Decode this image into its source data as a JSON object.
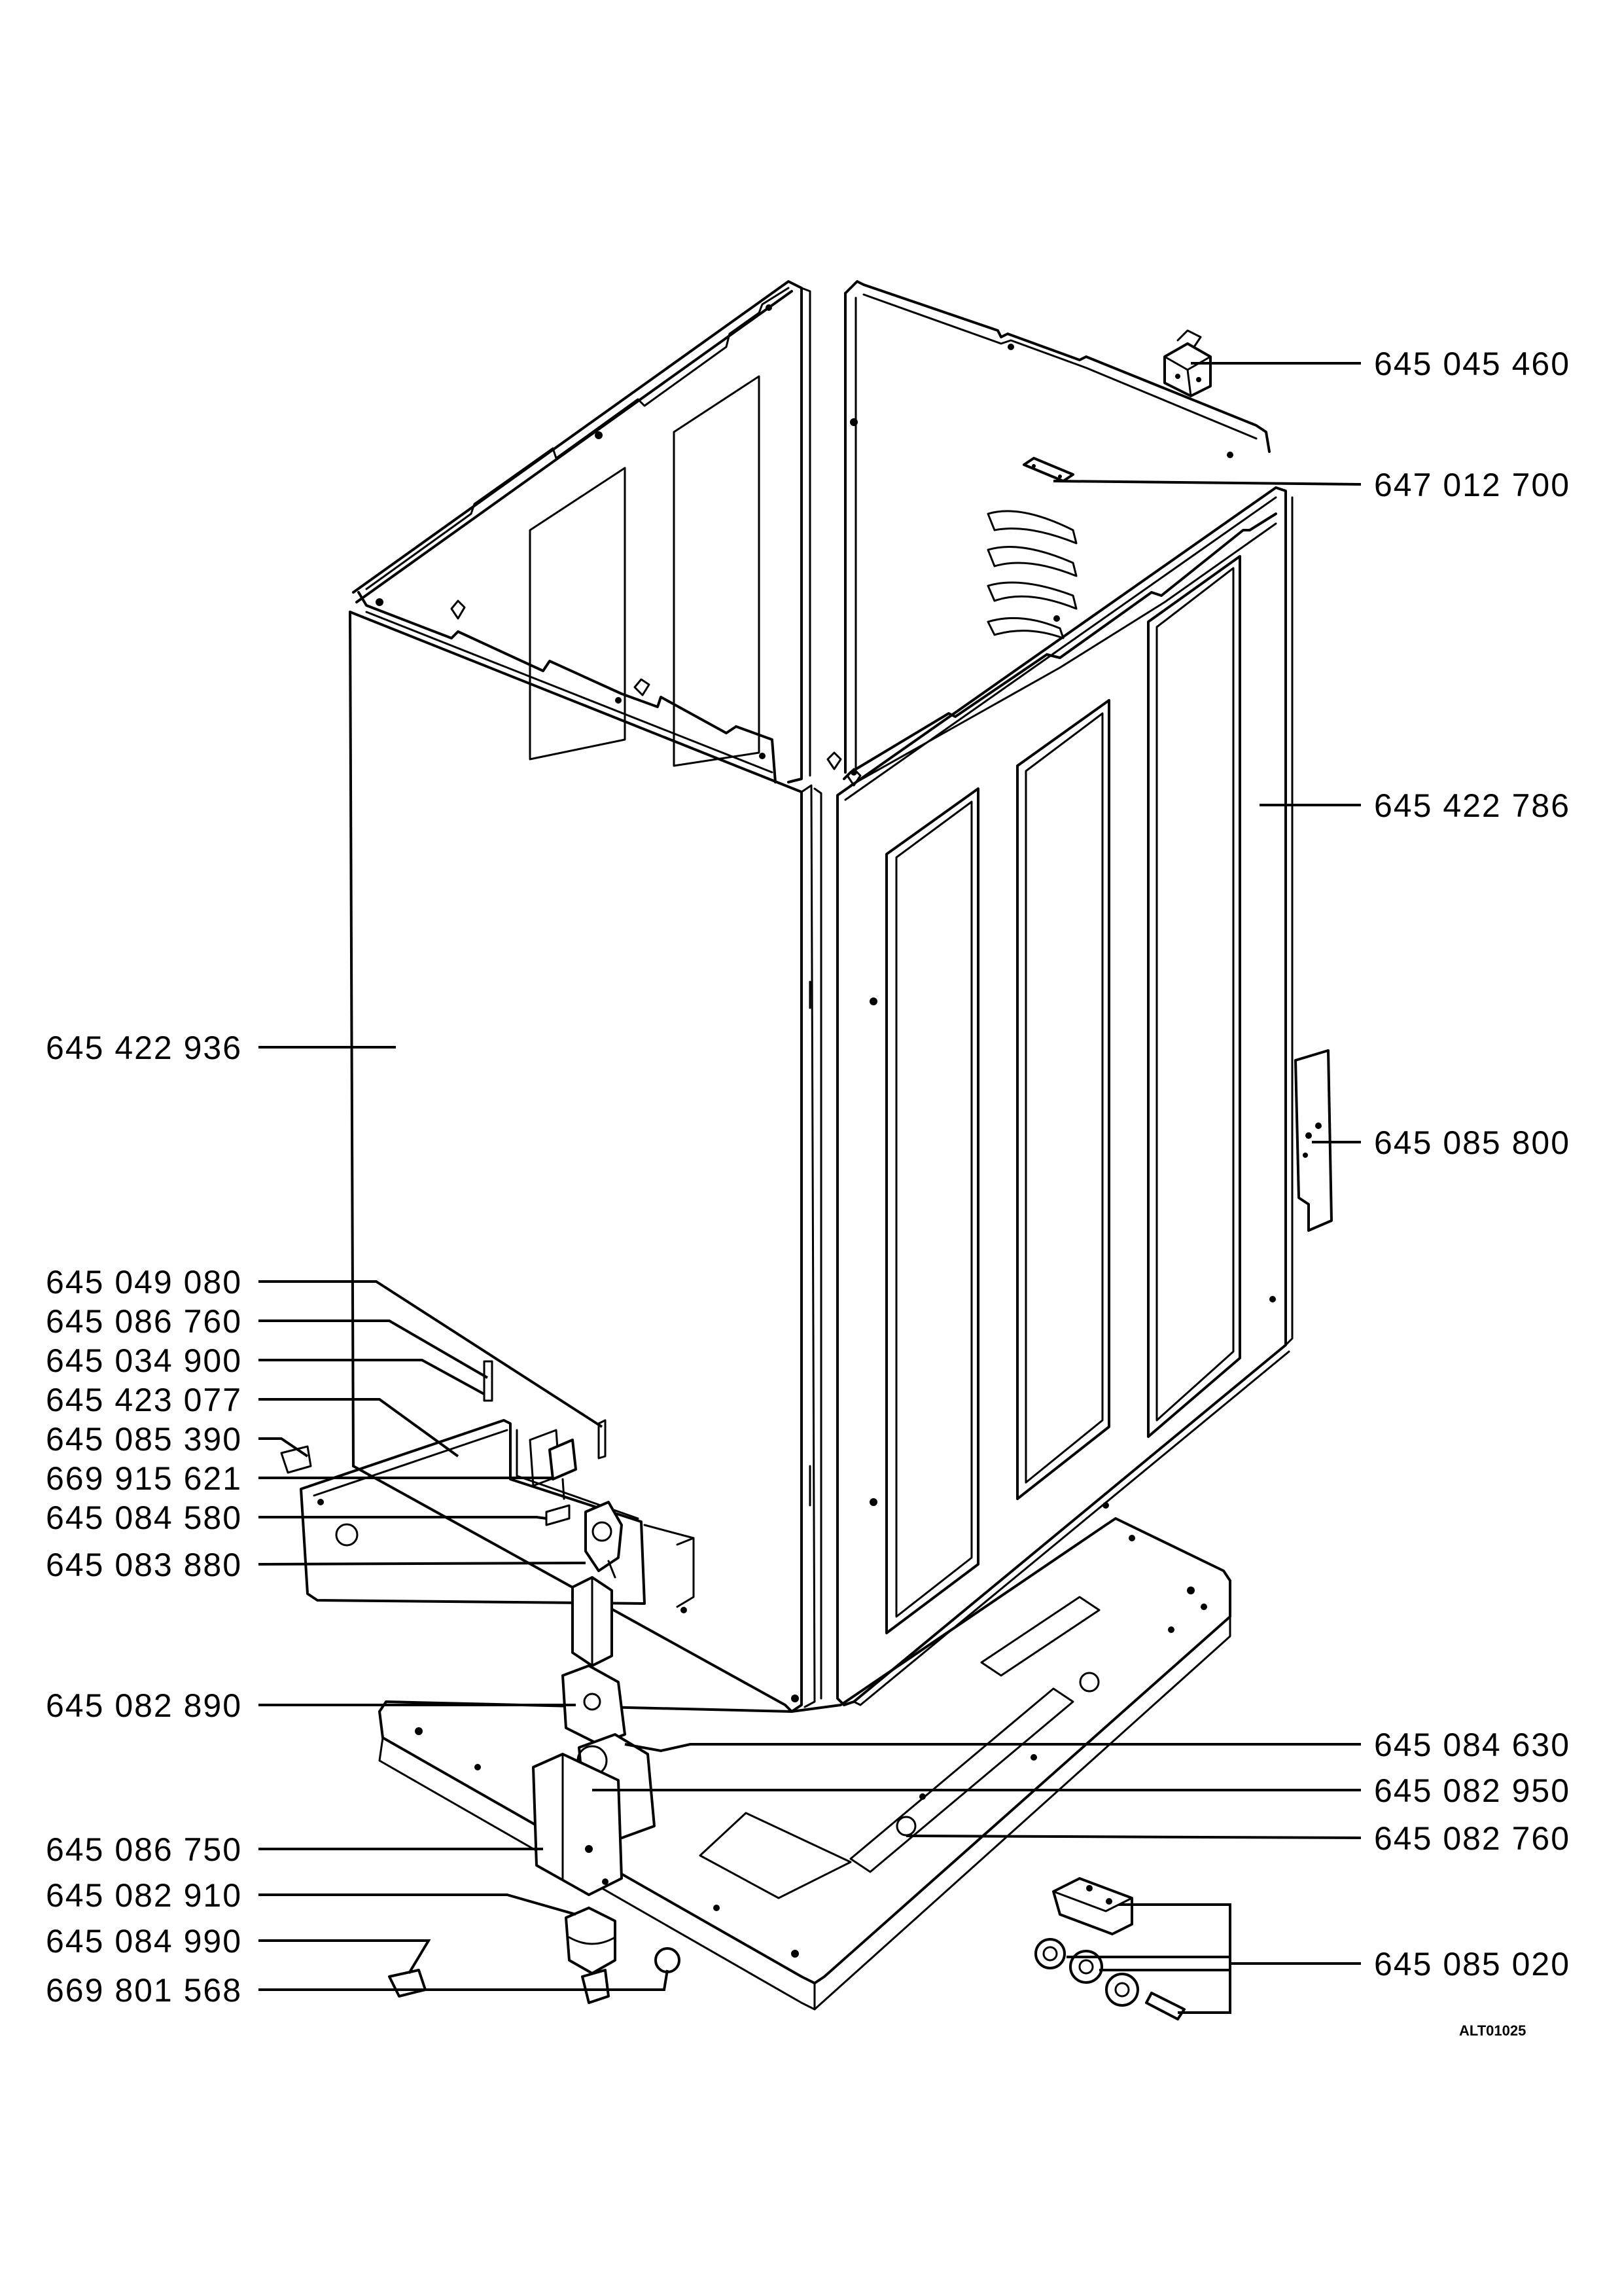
{
  "labels": {
    "l0": "645 045 460",
    "l1": "647 012 700",
    "l2": "645 422 786",
    "l3": "645 422 936",
    "l4": "645 085 800",
    "l5": "645 049 080",
    "l6": "645 086 760",
    "l7": "645 034 900",
    "l8": "645 423 077",
    "l9": "645 085 390",
    "l10": "669 915 621",
    "l11": "645 084 580",
    "l12": "645 083 880",
    "l13": "645 082 890",
    "l14": "645 084 630",
    "l15": "645 082 950",
    "l16": "645 082 760",
    "l17": "645 086 750",
    "l18": "645 082 910",
    "l19": "645 084 990",
    "l20": "669 801 568",
    "l21": "645 085 020"
  },
  "drawing_code": "ALT01025"
}
